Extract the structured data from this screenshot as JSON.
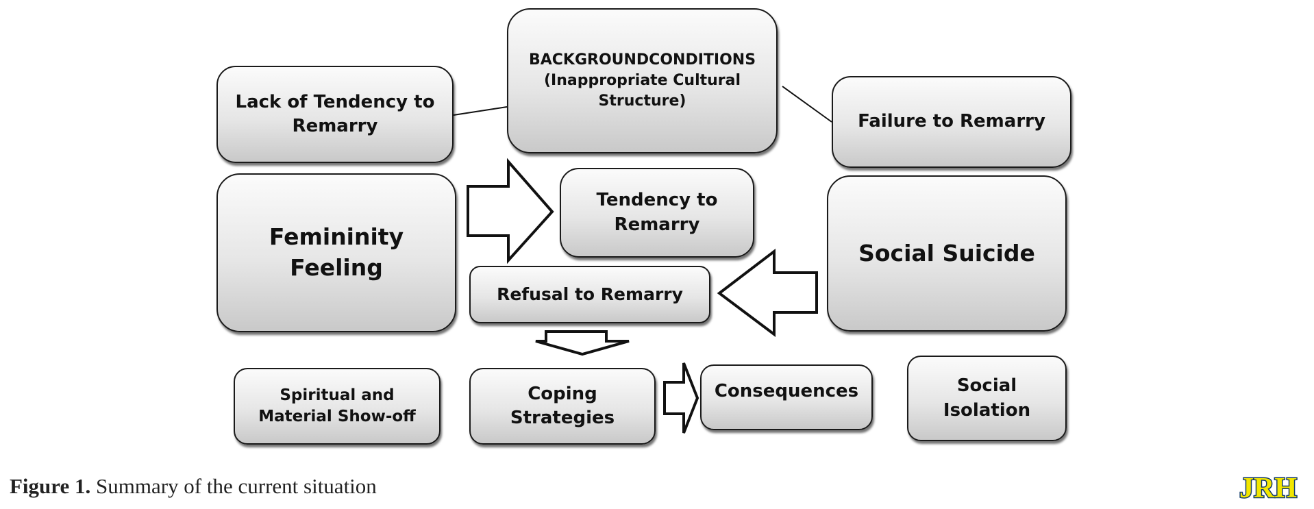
{
  "boxes": {
    "background_conditions": "BACKGROUNDCONDITIONS\n(Inappropriate Cultural\nStructure)",
    "lack_of_tendency": "Lack of Tendency to\nRemarry",
    "failure_to_remarry": "Failure to Remarry",
    "femininity_feeling": "Femininity\nFeeling",
    "tendency_to_remarry": "Tendency to\nRemarry",
    "social_suicide": "Social Suicide",
    "refusal_to_remarry": "Refusal to Remarry",
    "spiritual_showoff": "Spiritual and\nMaterial Show-off",
    "coping_strategies": "Coping\nStrategies",
    "consequences": "Consequences",
    "social_isolation": "Social\nIsolation"
  },
  "caption": {
    "label": "Figure 1.",
    "text": " Summary of the current situation"
  },
  "logo": {
    "text": "JRH",
    "colors": {
      "fill": "#f2e600",
      "outline": "#123a6b"
    }
  }
}
